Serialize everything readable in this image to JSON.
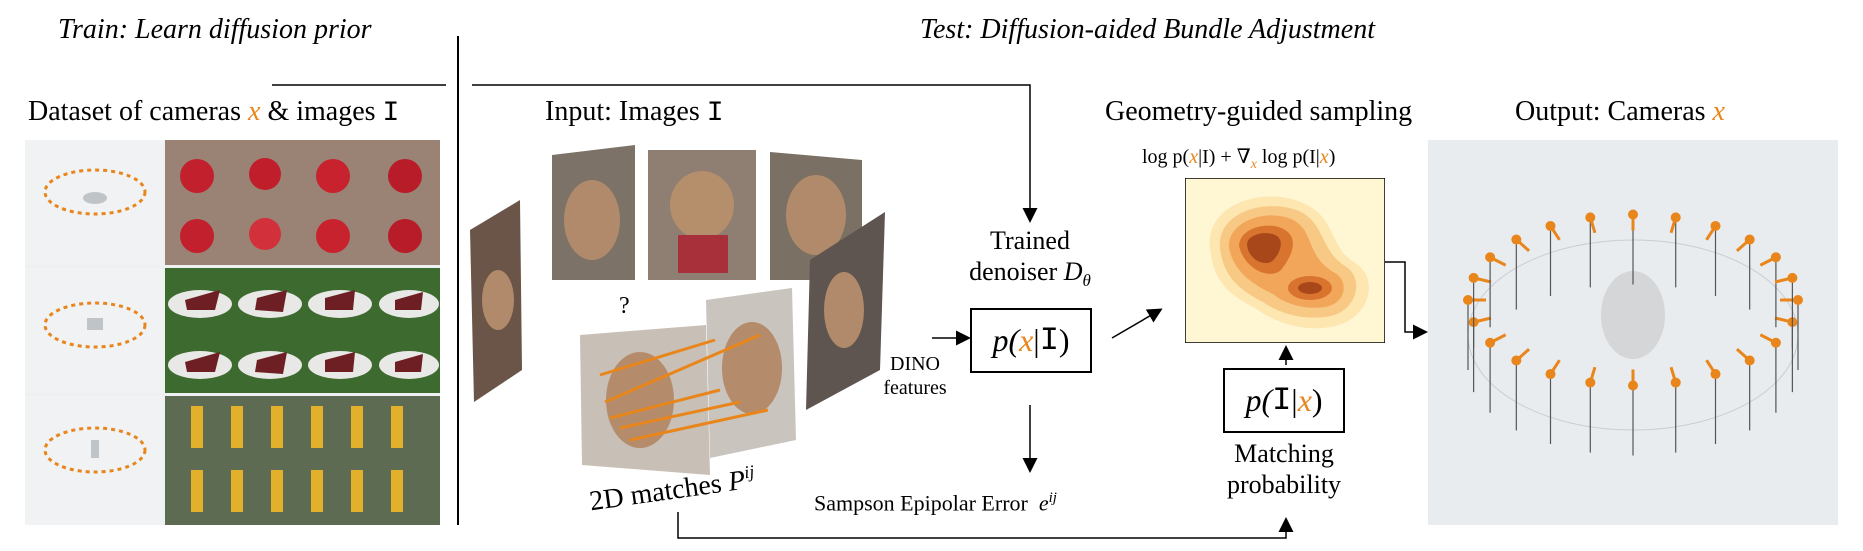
{
  "train": {
    "header": "Train: Learn diffusion prior",
    "dataset_title_prefix": "Dataset of cameras",
    "dataset_title_x": "x",
    "dataset_title_mid": "& images",
    "dataset_title_I": "I"
  },
  "test": {
    "header": "Test: Diffusion-aided Bundle Adjustment",
    "input_title_prefix": "Input: Images",
    "input_title_I": "I",
    "question_mark": "?",
    "matches_label_prefix": "2D matches",
    "matches_symbol": "P",
    "matches_sup": "ij",
    "dino_label_line1": "DINO",
    "dino_label_line2": "features",
    "denoiser_line1": "Trained",
    "denoiser_line2": "denoiser",
    "denoiser_symbol": "D",
    "denoiser_sub": "θ",
    "prior_box": {
      "p": "p(",
      "x": "x",
      "bar": "|",
      "I": "I",
      "close": ")"
    },
    "epipolar_label": "Sampson Epipolar Error",
    "epipolar_symbol": "e",
    "epipolar_sup": "ij",
    "sampling_title": "Geometry-guided sampling",
    "sampling_formula": {
      "part1": "log p(",
      "x1": "x",
      "part2": "|I) + ∇",
      "xsub": "x",
      "part3": " log p(I|",
      "x2": "x",
      "part4": ")"
    },
    "likelihood_box": {
      "p": "p(",
      "I": "I",
      "bar": "|",
      "x": "x",
      "close": ")"
    },
    "matching_line1": "Matching",
    "matching_line2": "probability",
    "output_title_prefix": "Output: Cameras",
    "output_title_x": "x"
  },
  "colors": {
    "accent_orange": "#e8861c",
    "heat_dark": "#8b3a0f",
    "heat_light": "#fff6d4"
  }
}
